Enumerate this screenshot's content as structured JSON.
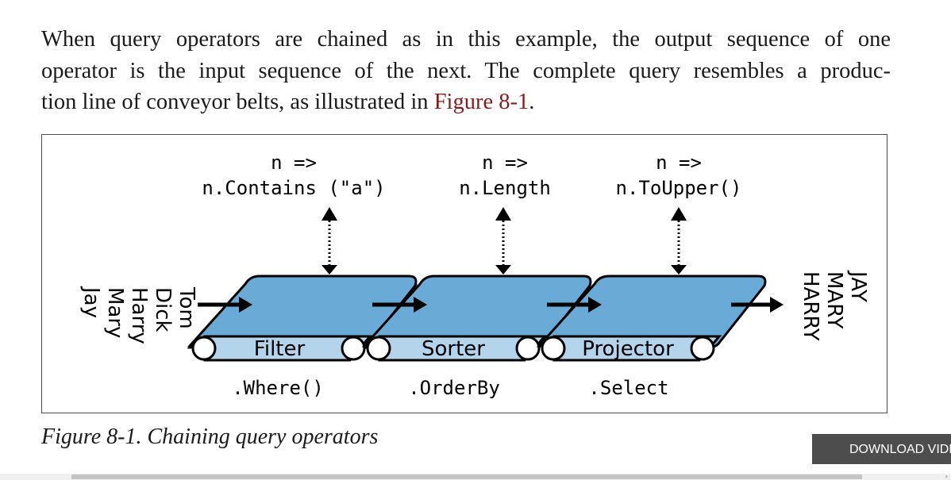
{
  "paragraph": {
    "line1": "When query operators are chained as in this example, the output sequence of one",
    "line2": "operator is the input sequence of the next. The complete query resembles a produc-",
    "line3_prefix": "tion line of conveyor belts, as illustrated in ",
    "line3_link": "Figure 8-1",
    "line3_suffix": "."
  },
  "figure": {
    "input_names": [
      "Tom",
      "Dick",
      "Harry",
      "Mary",
      "Jay"
    ],
    "output_names": [
      "JAY",
      "MARY",
      "HARRY"
    ],
    "operators": [
      {
        "lambda_line1": "n =>",
        "lambda_line2": "n.Contains (\"a\")",
        "belt_label": "Filter",
        "method": ".Where()"
      },
      {
        "lambda_line1": "n =>",
        "lambda_line2": "n.Length",
        "belt_label": "Sorter",
        "method": ".OrderBy"
      },
      {
        "lambda_line1": "n =>",
        "lambda_line2": "n.ToUpper()",
        "belt_label": "Projector",
        "method": ".Select"
      }
    ],
    "colors": {
      "belt_top": "#6aaad6",
      "belt_bottom": "#b4d4ec",
      "outline": "#000000"
    }
  },
  "caption": "Figure 8-1. Chaining query operators",
  "download_button": "DOWNLOAD VIDEO"
}
